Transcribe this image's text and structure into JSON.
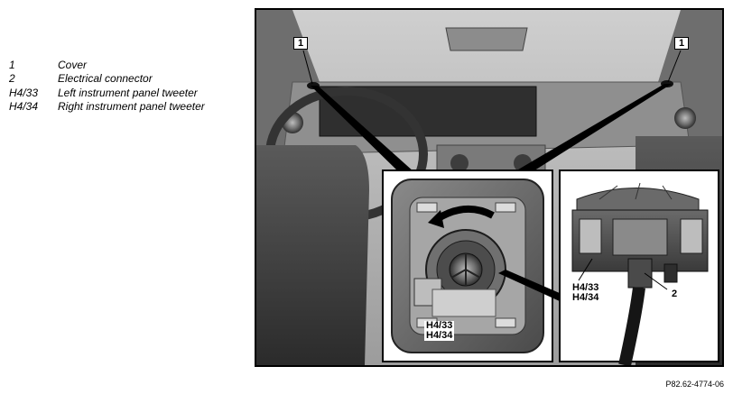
{
  "legend": {
    "items": [
      {
        "number": "1",
        "text": "Cover"
      },
      {
        "number": "2",
        "text": "Electrical connector"
      },
      {
        "number": "H4/33",
        "text": "Left instrument panel tweeter"
      },
      {
        "number": "H4/34",
        "text": "Right instrument panel tweeter"
      }
    ]
  },
  "figure": {
    "callouts": {
      "cover_left": "1",
      "cover_right": "1",
      "detail_left_a": "H4/33",
      "detail_left_b": "H4/34",
      "detail_right_a": "H4/33",
      "detail_right_b": "H4/34",
      "connector": "2"
    },
    "code": "P82.62-4774-06"
  }
}
